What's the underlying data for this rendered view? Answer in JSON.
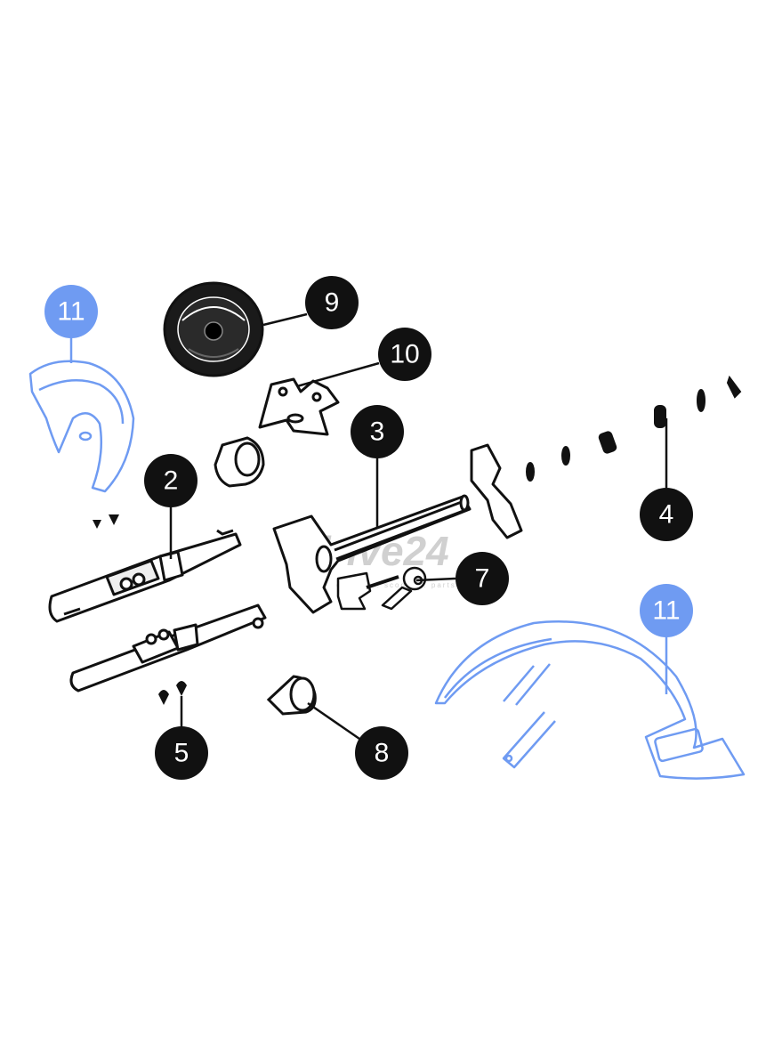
{
  "colors": {
    "callout_dark": "#111111",
    "callout_highlight": "#6f9bf2",
    "callout_text": "#ffffff",
    "line_dark": "#111111",
    "line_highlight": "#6f9bf2",
    "watermark": "#d0d0d0",
    "background": "#ffffff"
  },
  "watermark": {
    "brand": "edrive24",
    "tagline": "electric . scooter . parts"
  },
  "callouts": [
    {
      "id": "9",
      "label": "9",
      "highlighted": false
    },
    {
      "id": "10",
      "label": "10",
      "highlighted": false
    },
    {
      "id": "3",
      "label": "3",
      "highlighted": false
    },
    {
      "id": "2",
      "label": "2",
      "highlighted": false
    },
    {
      "id": "4",
      "label": "4",
      "highlighted": false
    },
    {
      "id": "7",
      "label": "7",
      "highlighted": false
    },
    {
      "id": "5",
      "label": "5",
      "highlighted": false
    },
    {
      "id": "8",
      "label": "8",
      "highlighted": false
    },
    {
      "id": "11a",
      "label": "11",
      "highlighted": true
    },
    {
      "id": "11b",
      "label": "11",
      "highlighted": true
    }
  ]
}
